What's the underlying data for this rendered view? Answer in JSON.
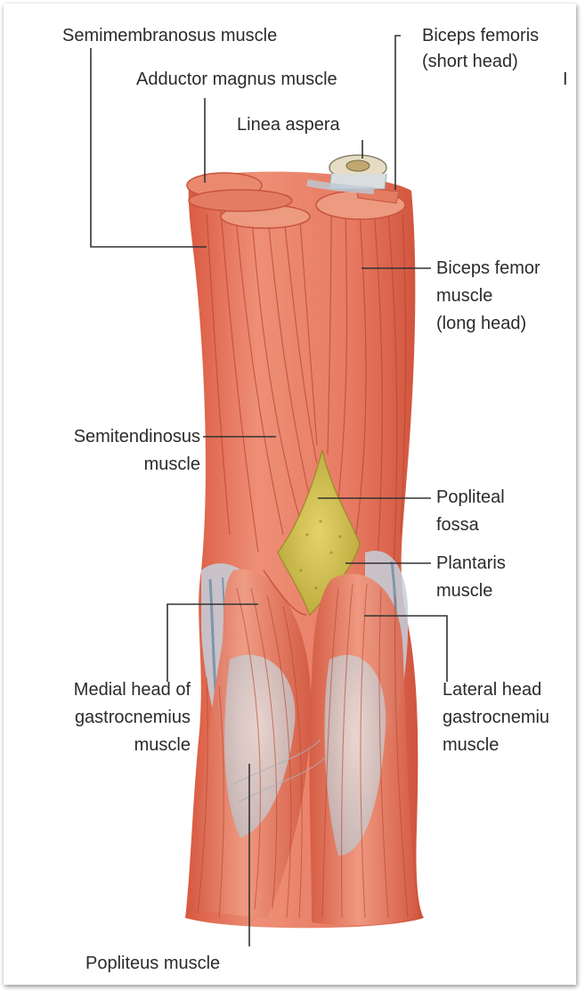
{
  "labels": {
    "semimembranosus": "Semimembranosus muscle",
    "adductor_magnus": "Adductor magnus muscle",
    "biceps_short_1": "Biceps femoris",
    "biceps_short_2": "(short head)",
    "edge_mark": "I",
    "linea_aspera": "Linea aspera",
    "biceps_long_1": "Biceps femor",
    "biceps_long_2": "muscle",
    "biceps_long_3": "(long head)",
    "semitendinosus_1": "Semitendinosus",
    "semitendinosus_2": "muscle",
    "popliteal_1": "Popliteal",
    "popliteal_2": "fossa",
    "plantaris_1": "Plantaris",
    "plantaris_2": "muscle",
    "medial_gastroc_1": "Medial head of",
    "medial_gastroc_2": "gastrocnemius",
    "medial_gastroc_3": "muscle",
    "lateral_gastroc_1": "Lateral head",
    "lateral_gastroc_2": "gastrocnemiu",
    "lateral_gastroc_3": "muscle",
    "popliteus": "Popliteus muscle"
  },
  "colors": {
    "muscle": "#e2735b",
    "muscle_light": "#f0a08a",
    "muscle_dark": "#c9533d",
    "fossa_fat": "#d4c24a",
    "tendon": "#b8c6d6",
    "bone": "#cfd3d4",
    "leader_line": "#333333"
  }
}
